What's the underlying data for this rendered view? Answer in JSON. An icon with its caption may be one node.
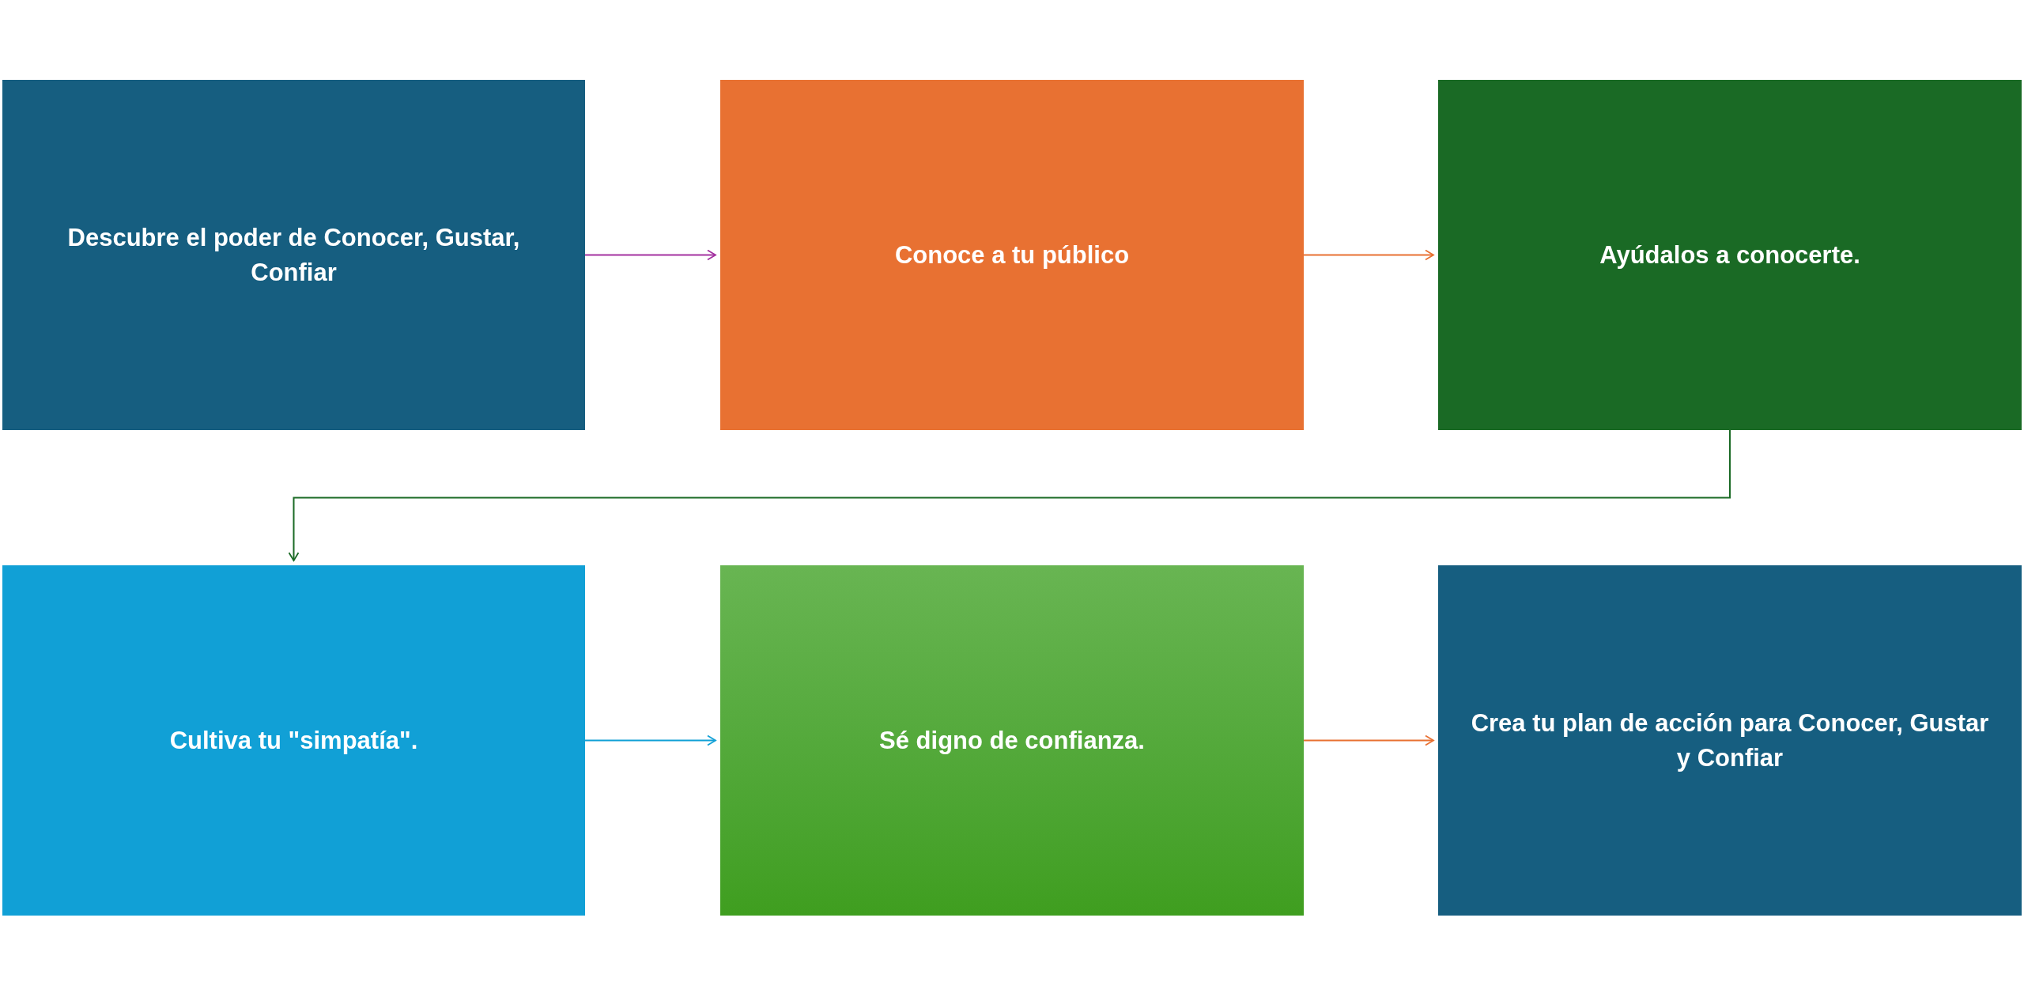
{
  "diagram": {
    "nodes": [
      {
        "text": [
          "Descubre el poder de Conocer, Gustar, Confiar"
        ]
      },
      {
        "text": [
          "Conoce a tu público"
        ]
      },
      {
        "text": [
          "Ayúdalos a conocerte."
        ]
      },
      {
        "text": [
          "Cultiva tu \"simpatía\"."
        ]
      },
      {
        "text": [
          "Sé digno de confianza."
        ]
      },
      {
        "text": [
          "Crea tu plan de acción para Conocer, Gustar y Confiar"
        ]
      }
    ],
    "edges": [
      {
        "from": 0,
        "to": 1,
        "arrow": "to",
        "color": "#a3319f"
      },
      {
        "from": 1,
        "to": 2,
        "arrow": "to",
        "color": "#e87132"
      },
      {
        "from": 2,
        "to": 3,
        "arrow": "to",
        "color": "#1a6a25"
      },
      {
        "from": 3,
        "to": 4,
        "arrow": "to",
        "color": "#11a0d6"
      },
      {
        "from": 4,
        "to": 5,
        "arrow": "to",
        "color": "#e87132"
      }
    ]
  }
}
